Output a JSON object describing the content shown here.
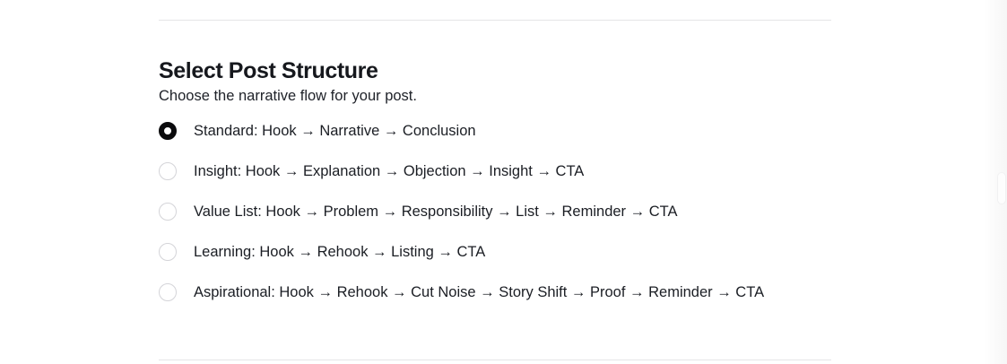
{
  "section": {
    "title": "Select Post Structure",
    "subtitle": "Choose the narrative flow for your post.",
    "selected_index": 0,
    "options": [
      {
        "id": "standard",
        "label": "Standard: Hook → Narrative → Conclusion",
        "selected": true
      },
      {
        "id": "insight",
        "label": "Insight: Hook → Explanation → Objection → Insight → CTA",
        "selected": false
      },
      {
        "id": "value-list",
        "label": "Value List: Hook → Problem → Responsibility → List → Reminder → CTA",
        "selected": false
      },
      {
        "id": "learning",
        "label": "Learning: Hook → Rehook → Listing → CTA",
        "selected": false
      },
      {
        "id": "aspirational",
        "label": "Aspirational: Hook → Rehook → Cut Noise → Story Shift → Proof → Reminder → CTA",
        "selected": false
      }
    ]
  },
  "colors": {
    "radio_selected": "#0b0b0d",
    "radio_unselected_border": "#d4d4d8",
    "divider": "#e5e5e7",
    "title_text": "#16181d",
    "body_text": "#1b1e24",
    "background": "#ffffff"
  }
}
